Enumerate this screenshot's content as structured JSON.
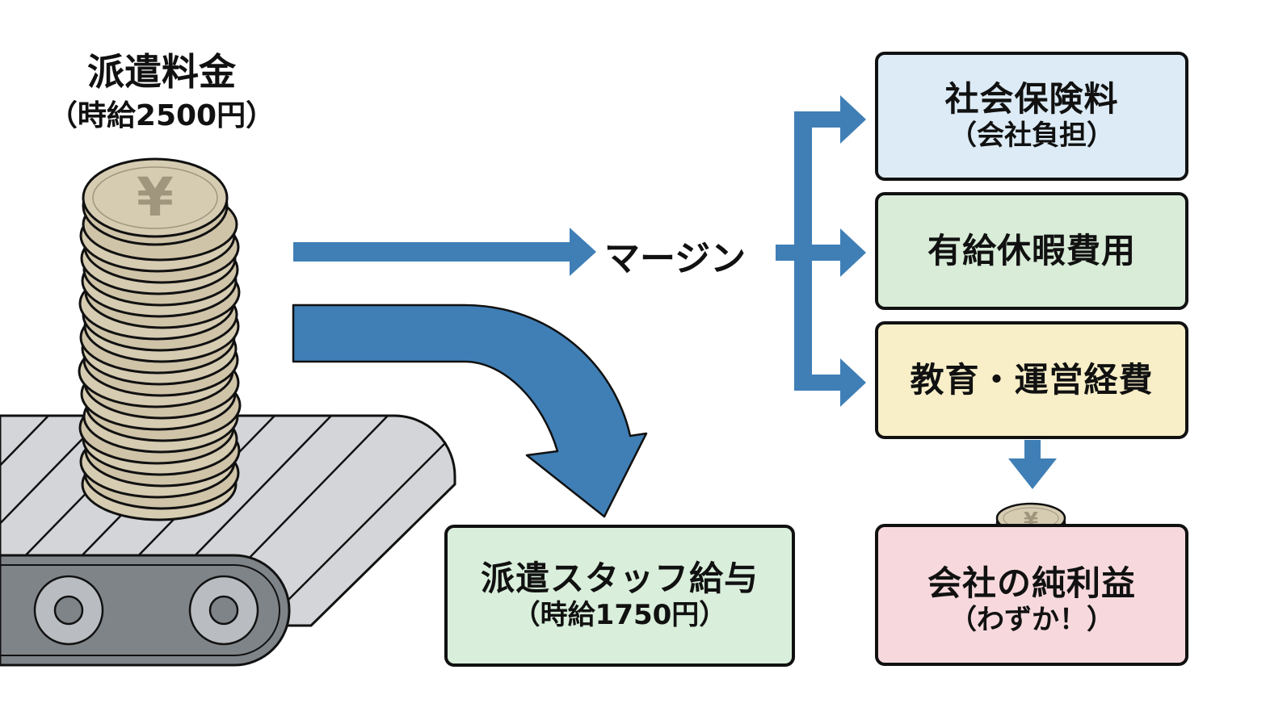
{
  "source": {
    "title": "派遣料金",
    "subtitle": "（時給2500円）"
  },
  "margin_label": "マージン",
  "staff_pay": {
    "title": "派遣スタッフ給与",
    "subtitle": "（時給1750円）"
  },
  "breakdown": [
    {
      "title": "社会保険料",
      "subtitle": "（会社負担）",
      "color": "#dcebf5"
    },
    {
      "title": "有給休暇費用",
      "subtitle": "",
      "color": "#d8ecd8"
    },
    {
      "title": "教育・運営経費",
      "subtitle": "",
      "color": "#f8efc9"
    }
  ],
  "profit": {
    "title": "会社の純利益",
    "subtitle": "（わずか！）",
    "color": "#f7d9dd"
  },
  "colors": {
    "arrow": "#3f7fb6",
    "coin": "#d6ccb2",
    "coin_symbol": "#a0967e",
    "belt": "#d3d5d8",
    "belt_body": "#7f8489",
    "staff_box": "#d9eedb"
  },
  "icons": {
    "coin_symbol": "¥"
  }
}
